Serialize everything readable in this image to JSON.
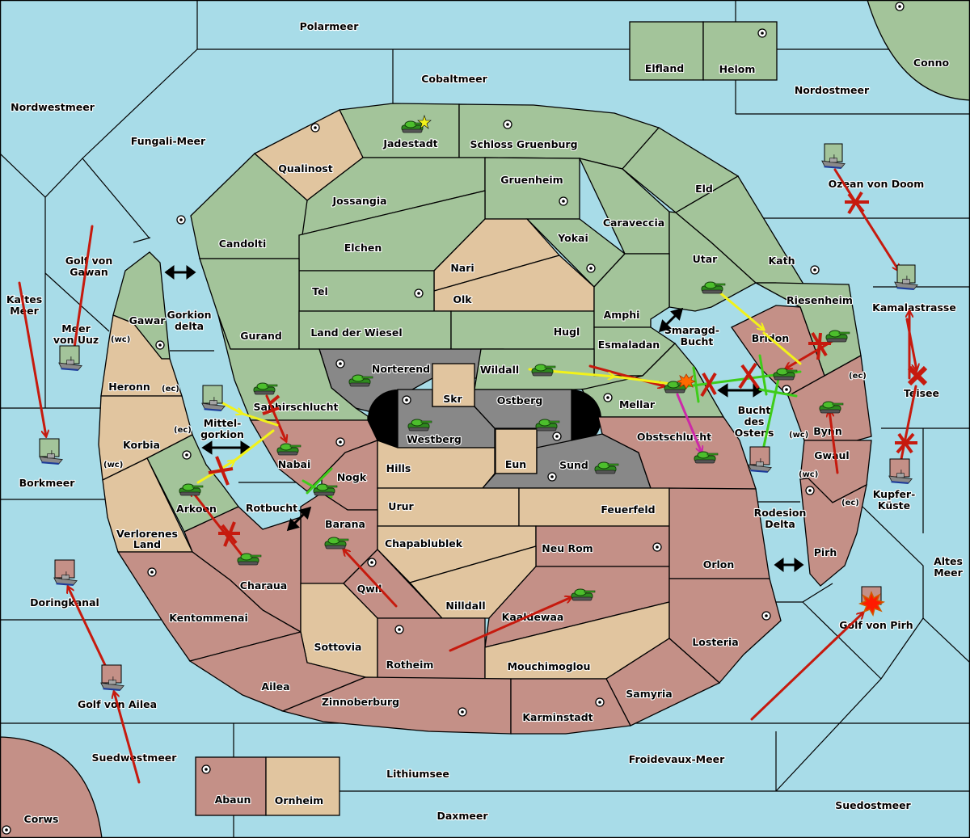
{
  "title": "Diplomacy map — order resolution",
  "colors": {
    "sea": "#a8dce8",
    "green_power": "#a3c49a",
    "red_power": "#c49087",
    "neutral": "#e1c59f",
    "impassable": "#888888",
    "move_success": "#c61a0e",
    "support": "#f2f21a",
    "convoy": "#3ecc1a",
    "retreat": "#cc2aa8"
  },
  "sea_regions": [
    {
      "id": "polarmeer",
      "label": "Polarmeer"
    },
    {
      "id": "cobaltmeer",
      "label": "Cobaltmeer"
    },
    {
      "id": "nordwestmeer",
      "label": "Nordwestmeer"
    },
    {
      "id": "fungali-meer",
      "label": "Fungali-Meer"
    },
    {
      "id": "nordostmeer",
      "label": "Nordostmeer"
    },
    {
      "id": "golf-von-gawan",
      "label": "Golf von Gawan"
    },
    {
      "id": "kaltes-meer",
      "label": "Kaltes Meer"
    },
    {
      "id": "meer-von-uuz",
      "label": "Meer von Uuz"
    },
    {
      "id": "gorkion-delta",
      "label": "Gorkion delta"
    },
    {
      "id": "mittelgorkion",
      "label": "Mittel- gorkion"
    },
    {
      "id": "rotbucht",
      "label": "Rotbucht"
    },
    {
      "id": "borkmeer",
      "label": "Borkmeer"
    },
    {
      "id": "doringkanal",
      "label": "Doringkanal"
    },
    {
      "id": "golf-von-ailea",
      "label": "Golf von Ailea"
    },
    {
      "id": "suedwestmeer",
      "label": "Suedwestmeer"
    },
    {
      "id": "lithiumsee",
      "label": "Lithiumsee"
    },
    {
      "id": "daxmeer",
      "label": "Daxmeer"
    },
    {
      "id": "froidevaux-meer",
      "label": "Froidevaux-Meer"
    },
    {
      "id": "suedostmeer",
      "label": "Suedostmeer"
    },
    {
      "id": "golf-von-pirh",
      "label": "Golf von Pirh"
    },
    {
      "id": "altes-meer",
      "label": "Altes Meer"
    },
    {
      "id": "kupfer-kueste",
      "label": "Kupfer- Küste"
    },
    {
      "id": "teisee",
      "label": "Teisee"
    },
    {
      "id": "kamalastrasse",
      "label": "Kamalastrasse"
    },
    {
      "id": "ozean-von-doom",
      "label": "Ozean von Doom"
    },
    {
      "id": "smaragd-bucht",
      "label": "Smaragd- Bucht"
    },
    {
      "id": "bucht-des-ostens",
      "label": "Bucht des Ostens"
    },
    {
      "id": "rodesion-delta",
      "label": "Rodesion Delta"
    }
  ],
  "land_regions": [
    {
      "id": "elfland",
      "label": "Elfland",
      "owner": "green",
      "supply_center": false
    },
    {
      "id": "helom",
      "label": "Helom",
      "owner": "green",
      "supply_center": true
    },
    {
      "id": "conno",
      "label": "Conno",
      "owner": "green",
      "supply_center": true
    },
    {
      "id": "jadestadt",
      "label": "Jadestadt",
      "owner": "green",
      "supply_center": true
    },
    {
      "id": "schloss-gruenburg",
      "label": "Schloss Gruenburg",
      "owner": "green",
      "supply_center": true
    },
    {
      "id": "qualinost",
      "label": "Qualinost",
      "owner": "neutral",
      "supply_center": false
    },
    {
      "id": "jossangia",
      "label": "Jossangia",
      "owner": "green",
      "supply_center": false
    },
    {
      "id": "gruenheim",
      "label": "Gruenheim",
      "owner": "green",
      "supply_center": true
    },
    {
      "id": "eld",
      "label": "Eld",
      "owner": "green",
      "supply_center": false
    },
    {
      "id": "candolti",
      "label": "Candolti",
      "owner": "green",
      "supply_center": true
    },
    {
      "id": "elchen",
      "label": "Elchen",
      "owner": "green",
      "supply_center": false
    },
    {
      "id": "caraveccia",
      "label": "Caraveccia",
      "owner": "green",
      "supply_center": false
    },
    {
      "id": "yokai",
      "label": "Yokai",
      "owner": "green",
      "supply_center": true
    },
    {
      "id": "utar",
      "label": "Utar",
      "owner": "green",
      "supply_center": false
    },
    {
      "id": "kath",
      "label": "Kath",
      "owner": "green",
      "supply_center": true
    },
    {
      "id": "nari",
      "label": "Nari",
      "owner": "neutral",
      "supply_center": false
    },
    {
      "id": "olk",
      "label": "Olk",
      "owner": "neutral",
      "supply_center": false
    },
    {
      "id": "tel",
      "label": "Tel",
      "owner": "green",
      "supply_center": true
    },
    {
      "id": "gawar",
      "label": "Gawar",
      "owner": "green",
      "supply_center": true
    },
    {
      "id": "gurand",
      "label": "Gurand",
      "owner": "green",
      "supply_center": false
    },
    {
      "id": "land-der-wiesel",
      "label": "Land der Wiesel",
      "owner": "green",
      "supply_center": false
    },
    {
      "id": "hugl",
      "label": "Hugl",
      "owner": "green",
      "supply_center": false
    },
    {
      "id": "amphi",
      "label": "Amphi",
      "owner": "green",
      "supply_center": false
    },
    {
      "id": "riesenheim",
      "label": "Riesenheim",
      "owner": "green",
      "supply_center": false
    },
    {
      "id": "esmaladan",
      "label": "Esmaladan",
      "owner": "green",
      "supply_center": false
    },
    {
      "id": "bridon",
      "label": "Bridon",
      "owner": "red",
      "supply_center": false
    },
    {
      "id": "heronn",
      "label": "Heronn",
      "owner": "neutral",
      "supply_center": false
    },
    {
      "id": "norterend",
      "label": "Norterend",
      "owner": "impassable",
      "supply_center": true
    },
    {
      "id": "wildall",
      "label": "Wildall",
      "owner": "green",
      "supply_center": false
    },
    {
      "id": "skr",
      "label": "Skr",
      "owner": "neutral",
      "supply_center": false
    },
    {
      "id": "ostberg",
      "label": "Ostberg",
      "owner": "impassable",
      "supply_center": true
    },
    {
      "id": "westberg",
      "label": "Westberg",
      "owner": "impassable",
      "supply_center": true
    },
    {
      "id": "mellar",
      "label": "Mellar",
      "owner": "green",
      "supply_center": true
    },
    {
      "id": "saphirschlucht",
      "label": "Saphirschlucht",
      "owner": "green",
      "supply_center": false
    },
    {
      "id": "korbia",
      "label": "Korbia",
      "owner": "neutral",
      "supply_center": false
    },
    {
      "id": "nabai",
      "label": "Nabai",
      "owner": "red",
      "supply_center": true
    },
    {
      "id": "hills",
      "label": "Hills",
      "owner": "neutral",
      "supply_center": false
    },
    {
      "id": "eun",
      "label": "Eun",
      "owner": "neutral",
      "supply_center": false
    },
    {
      "id": "sund",
      "label": "Sund",
      "owner": "impassable",
      "supply_center": true
    },
    {
      "id": "obstschlucht",
      "label": "Obstschlucht",
      "owner": "red",
      "supply_center": false
    },
    {
      "id": "bynn",
      "label": "Bynn",
      "owner": "red",
      "supply_center": false
    },
    {
      "id": "nogk",
      "label": "Nogk",
      "owner": "red",
      "supply_center": false
    },
    {
      "id": "gwaul",
      "label": "Gwaul",
      "owner": "red",
      "supply_center": false
    },
    {
      "id": "arkoon",
      "label": "Arkoon",
      "owner": "green",
      "supply_center": true
    },
    {
      "id": "urur",
      "label": "Urur",
      "owner": "neutral",
      "supply_center": false
    },
    {
      "id": "feuerfeld",
      "label": "Feuerfeld",
      "owner": "neutral",
      "supply_center": false
    },
    {
      "id": "barana",
      "label": "Barana",
      "owner": "red",
      "supply_center": false
    },
    {
      "id": "verlorenes-land",
      "label": "Verlorenes Land",
      "owner": "neutral",
      "supply_center": false
    },
    {
      "id": "chapablublek",
      "label": "Chapablublek",
      "owner": "neutral",
      "supply_center": false
    },
    {
      "id": "neu-rom",
      "label": "Neu Rom",
      "owner": "red",
      "supply_center": true
    },
    {
      "id": "pirh",
      "label": "Pirh",
      "owner": "red",
      "supply_center": true
    },
    {
      "id": "orlon",
      "label": "Orlon",
      "owner": "red",
      "supply_center": true
    },
    {
      "id": "charaua",
      "label": "Charaua",
      "owner": "red",
      "supply_center": false
    },
    {
      "id": "qwil",
      "label": "Qwil",
      "owner": "red",
      "supply_center": true
    },
    {
      "id": "nilldall",
      "label": "Nilldall",
      "owner": "neutral",
      "supply_center": false
    },
    {
      "id": "kaaldewaa",
      "label": "Kaaldewaa",
      "owner": "red",
      "supply_center": false
    },
    {
      "id": "kentommenai",
      "label": "Kentommenai",
      "owner": "red",
      "supply_center": true
    },
    {
      "id": "sottovia",
      "label": "Sottovia",
      "owner": "neutral",
      "supply_center": false
    },
    {
      "id": "rotheim",
      "label": "Rotheim",
      "owner": "red",
      "supply_center": true
    },
    {
      "id": "mouchimoglou",
      "label": "Mouchimoglou",
      "owner": "neutral",
      "supply_center": false
    },
    {
      "id": "losteria",
      "label": "Losteria",
      "owner": "red",
      "supply_center": true
    },
    {
      "id": "samyria",
      "label": "Samyria",
      "owner": "red",
      "supply_center": false
    },
    {
      "id": "ailea",
      "label": "Ailea",
      "owner": "red",
      "supply_center": false
    },
    {
      "id": "zinnoberburg",
      "label": "Zinnoberburg",
      "owner": "red",
      "supply_center": true
    },
    {
      "id": "karminstadt",
      "label": "Karminstadt",
      "owner": "red",
      "supply_center": true
    },
    {
      "id": "abaun",
      "label": "Abaun",
      "owner": "red",
      "supply_center": true
    },
    {
      "id": "ornheim",
      "label": "Ornheim",
      "owner": "neutral",
      "supply_center": false
    },
    {
      "id": "corws",
      "label": "Corws",
      "owner": "red",
      "supply_center": true
    }
  ],
  "coast_tags": {
    "wc": "(wc)",
    "ec": "(ec)"
  },
  "units": [
    {
      "type": "army",
      "power": "green",
      "location": "Jadestadt",
      "marker": "star"
    },
    {
      "type": "army",
      "power": "green",
      "location": "Utar"
    },
    {
      "type": "army",
      "power": "green",
      "location": "Riesenheim"
    },
    {
      "type": "army",
      "power": "green",
      "location": "Wildall"
    },
    {
      "type": "army",
      "power": "green",
      "location": "Mellar",
      "marker": "dislodged"
    },
    {
      "type": "army",
      "power": "green",
      "location": "Bridon"
    },
    {
      "type": "army",
      "power": "green",
      "location": "Bynn"
    },
    {
      "type": "army",
      "power": "green",
      "location": "Obstschlucht"
    },
    {
      "type": "army",
      "power": "green",
      "location": "Norterend"
    },
    {
      "type": "army",
      "power": "green",
      "location": "Westberg"
    },
    {
      "type": "army",
      "power": "green",
      "location": "Ostberg"
    },
    {
      "type": "army",
      "power": "green",
      "location": "Sund"
    },
    {
      "type": "army",
      "power": "green",
      "location": "Saphirschlucht"
    },
    {
      "type": "army",
      "power": "green",
      "location": "Nabai"
    },
    {
      "type": "army",
      "power": "green",
      "location": "Nogk"
    },
    {
      "type": "army",
      "power": "green",
      "location": "Arkoon"
    },
    {
      "type": "army",
      "power": "green",
      "location": "Charaua"
    },
    {
      "type": "army",
      "power": "green",
      "location": "Barana"
    },
    {
      "type": "army",
      "power": "green",
      "location": "Kaaldewaa"
    },
    {
      "type": "fleet",
      "power": "green",
      "location": "Ozean von Doom"
    },
    {
      "type": "fleet",
      "power": "green",
      "location": "Kamalastrasse"
    },
    {
      "type": "fleet",
      "power": "green",
      "location": "Meer von Uuz"
    },
    {
      "type": "fleet",
      "power": "green",
      "location": "Borkmeer"
    },
    {
      "type": "fleet",
      "power": "green",
      "location": "Mittelgorkion"
    },
    {
      "type": "fleet",
      "power": "red",
      "location": "Bucht des Ostens"
    },
    {
      "type": "fleet",
      "power": "red",
      "location": "Kupfer-Küste"
    },
    {
      "type": "fleet",
      "power": "red",
      "location": "Doringkanal"
    },
    {
      "type": "fleet",
      "power": "red",
      "location": "Golf von Ailea"
    },
    {
      "type": "fleet",
      "power": "red",
      "location": "Golf von Pirh",
      "marker": "destroyed"
    }
  ],
  "failed_order_at": "Teisee"
}
